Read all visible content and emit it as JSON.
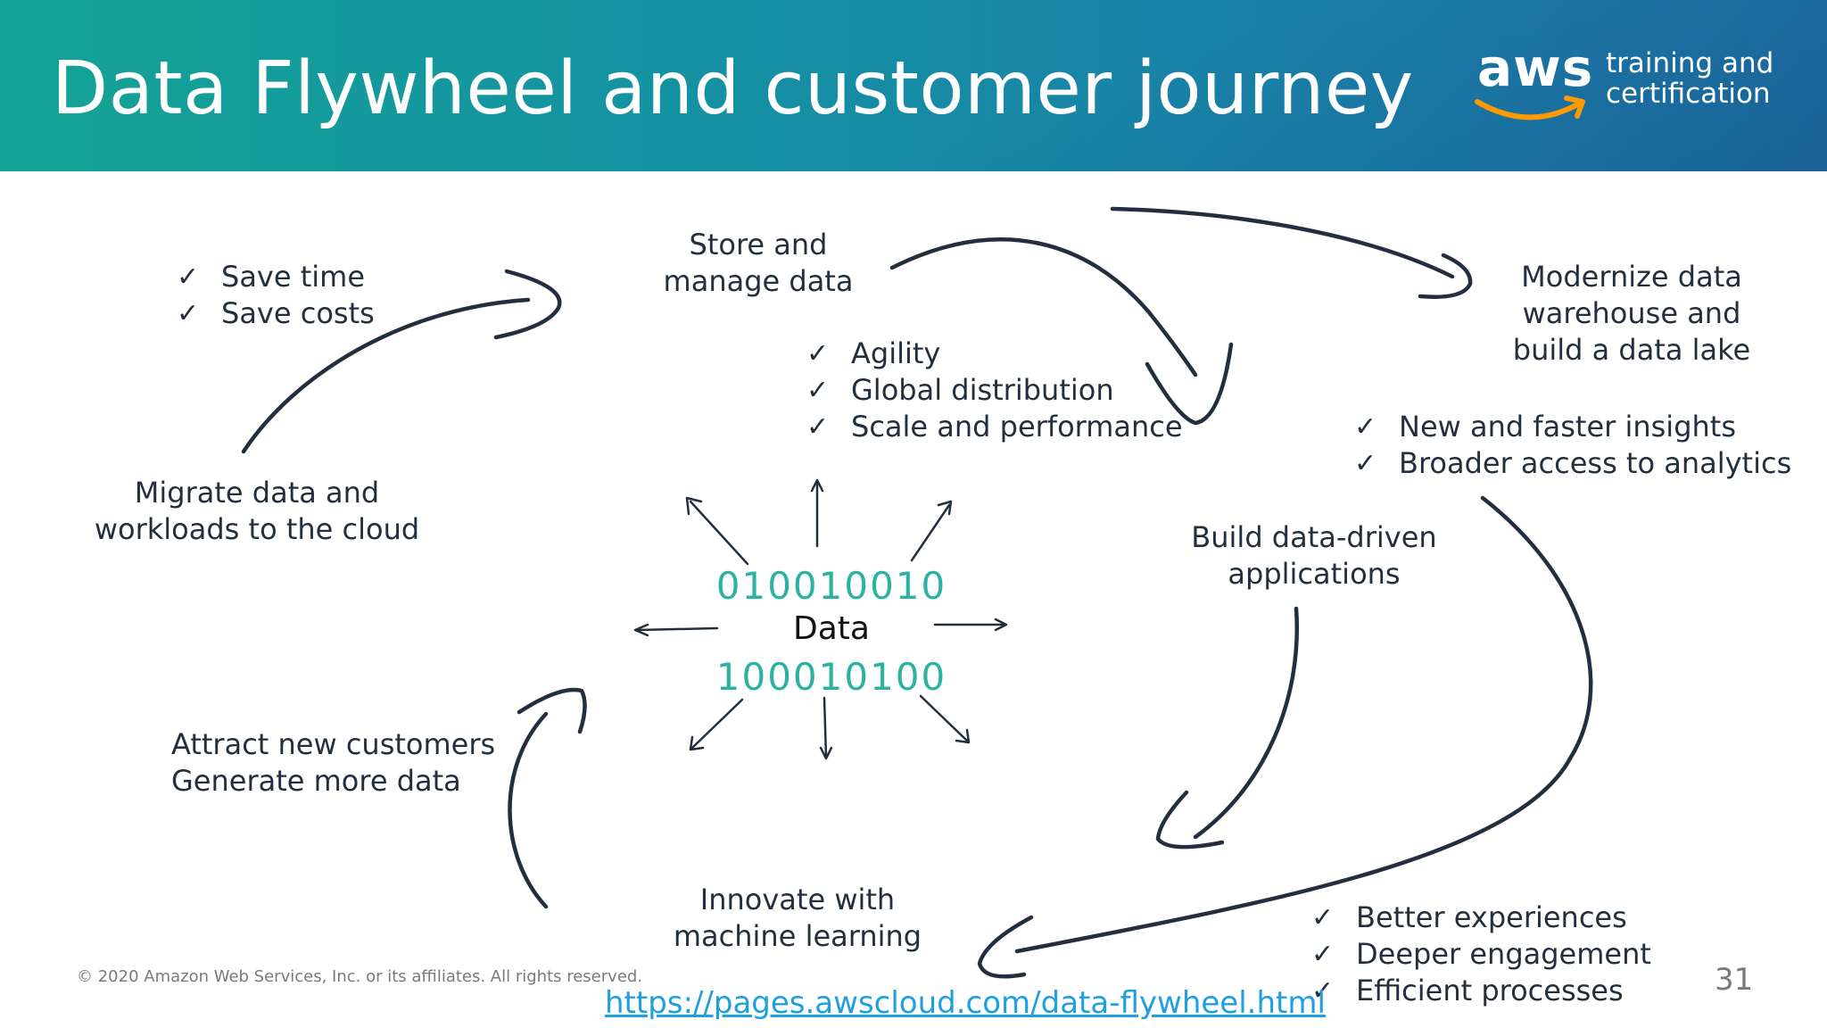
{
  "header": {
    "title": "Data Flywheel and customer journey",
    "logo_word": "aws",
    "logo_sub": "training and\ncertification",
    "logo_smile_color": "#ff9900"
  },
  "nodes": {
    "migrate": "Migrate data and\nworkloads to the cloud",
    "store": "Store and\nmanage data",
    "modernize": "Modernize data\nwarehouse and\nbuild a data lake",
    "build": "Build data-driven\napplications",
    "innovate": "Innovate with\nmachine learning",
    "attract": "Attract new customers\nGenerate more data"
  },
  "benefits": {
    "migrate": [
      "Save time",
      "Save costs"
    ],
    "store": [
      "Agility",
      "Global distribution",
      "Scale and performance"
    ],
    "modernize": [
      "New and faster insights",
      "Broader access to analytics"
    ],
    "build": [
      "Better experiences",
      "Deeper engagement",
      "Efficient processes"
    ]
  },
  "check_glyph": "✓",
  "center": {
    "binary_top": "010010010",
    "label": "Data",
    "binary_bottom": "100010100",
    "binary_color": "#2bb3a0"
  },
  "footer": {
    "copyright": "© 2020 Amazon Web Services, Inc. or its affiliates. All rights reserved.",
    "link": "https://pages.awscloud.com/data-flywheel.html",
    "page_number": "31"
  },
  "colors": {
    "header_start": "#14a394",
    "header_end": "#1f6fa6",
    "link": "#1e9fe0"
  }
}
